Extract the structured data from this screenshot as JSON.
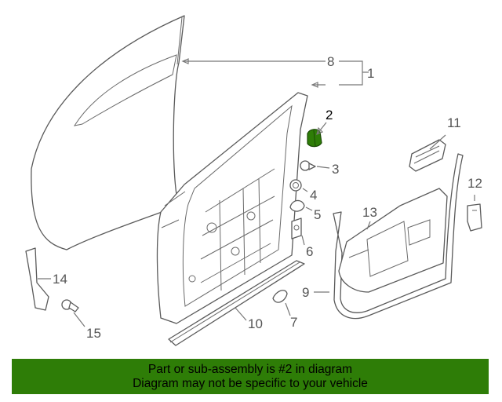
{
  "diagram": {
    "callouts": [
      {
        "id": "1",
        "label": "1"
      },
      {
        "id": "2",
        "label": "2"
      },
      {
        "id": "3",
        "label": "3"
      },
      {
        "id": "4",
        "label": "4"
      },
      {
        "id": "5",
        "label": "5"
      },
      {
        "id": "6",
        "label": "6"
      },
      {
        "id": "7",
        "label": "7"
      },
      {
        "id": "8",
        "label": "8"
      },
      {
        "id": "9",
        "label": "9"
      },
      {
        "id": "10",
        "label": "10"
      },
      {
        "id": "11",
        "label": "11"
      },
      {
        "id": "12",
        "label": "12"
      },
      {
        "id": "13",
        "label": "13"
      },
      {
        "id": "14",
        "label": "14"
      },
      {
        "id": "15",
        "label": "15"
      }
    ],
    "highlighted_part": "2",
    "highlight_color": "#2e7d07"
  },
  "banner": {
    "line1": "Part or sub-assembly is #2 in diagram",
    "line2": "Diagram may not be specific to your vehicle",
    "background": "#2e7d07"
  }
}
